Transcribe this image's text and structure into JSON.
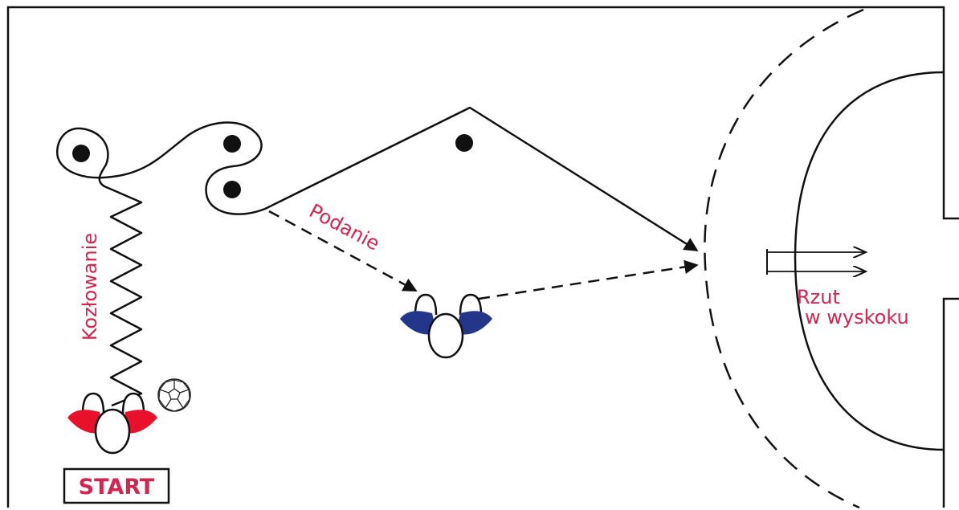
{
  "labels": {
    "start": "START",
    "dribble": "Kozłowanie",
    "pass": "Podanie",
    "shot_line1": "Rzut",
    "shot_line2": "w wyskoku"
  },
  "colors": {
    "line": "#111111",
    "label": "#d42450",
    "attacker": "#e8102a",
    "teammate": "#23368a"
  },
  "icons": {
    "cone": "black-dot-marker",
    "ball": "handball-icon",
    "player": "player-top-view-icon"
  }
}
